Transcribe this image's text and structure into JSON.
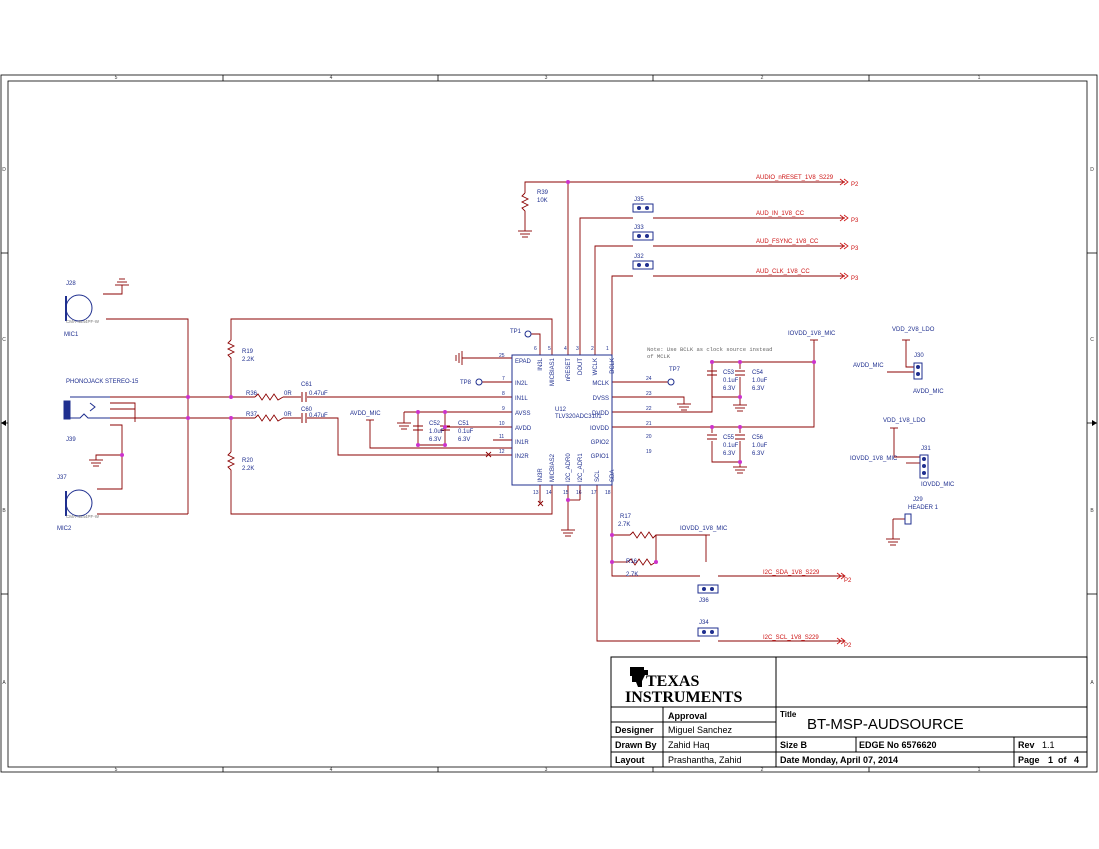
{
  "frame": {
    "columns": [
      "5",
      "4",
      "3",
      "2",
      "1"
    ],
    "rows": [
      "D",
      "C",
      "B",
      "A"
    ]
  },
  "ic": {
    "ref": "U12",
    "part": "TLV320ADC3101",
    "left_pins": [
      {
        "name": "EPAD",
        "num": "25"
      },
      {
        "name": "IN2L",
        "num": "7"
      },
      {
        "name": "IN1L",
        "num": "8"
      },
      {
        "name": "AVSS",
        "num": "9"
      },
      {
        "name": "AVDD",
        "num": "10"
      },
      {
        "name": "IN1R",
        "num": "11"
      },
      {
        "name": "IN2R",
        "num": "12"
      }
    ],
    "right_pins": [
      {
        "name": "MCLK",
        "num": "24"
      },
      {
        "name": "DVSS",
        "num": "23"
      },
      {
        "name": "DVDD",
        "num": "22"
      },
      {
        "name": "IOVDD",
        "num": "21"
      },
      {
        "name": "GPIO2",
        "num": "20"
      },
      {
        "name": "GPIO1",
        "num": "19"
      }
    ],
    "top_pins": [
      {
        "name": "IN3L",
        "num": "6"
      },
      {
        "name": "MICBIAS1",
        "num": "5"
      },
      {
        "name": "nRESET",
        "num": "3"
      },
      {
        "name": "DOUT",
        "num": "4"
      },
      {
        "name": "WCLK",
        "num": "2"
      },
      {
        "name": "BCLK",
        "num": "1"
      }
    ],
    "bottom_pins": [
      {
        "name": "IN3R",
        "num": "13"
      },
      {
        "name": "MICBIAS2",
        "num": "14"
      },
      {
        "name": "I2C_ADR0",
        "num": "16"
      },
      {
        "name": "I2C_ADR1",
        "num": "15"
      },
      {
        "name": "SCL",
        "num": "17"
      },
      {
        "name": "SDA",
        "num": "18"
      }
    ]
  },
  "nets": {
    "audio_nreset": "AUDIO_nRESET_1V8_S229",
    "aud_in": "AUD_IN_1V8_CC",
    "aud_fsync": "AUD_FSYNC_1V8_CC",
    "aud_clk": "AUD_CLK_1V8_CC",
    "i2c_sda": "I2C_SDA_1V8_S229",
    "i2c_scl": "I2C_SCL_1V8_S229",
    "offpage": "P2",
    "offpage3": "P3",
    "iovdd_1v8_mic": "IOVDD_1V8_MIC",
    "iovdd_1v8_mic_b": "IOVDD_1V8_MIC",
    "iovdd_1v8_mic_c": "IOVDD_1V8_MIC",
    "avdd_mic": "AVDD_MIC",
    "avdd_mic_b": "AVDD_MIC",
    "avdd_mic_c": "AVDD_MIC",
    "vdd_2v8_ldo": "VDD_2V8_LDO",
    "vdd_1v8_ldo": "VDD_1V8_LDO",
    "iovdd_mic": "IOVDD_MIC"
  },
  "note": {
    "line1": "Note: Use BCLK as clock source instead",
    "line2": "of MCLK"
  },
  "components": {
    "r39": {
      "ref": "R39",
      "value": "10K"
    },
    "r19": {
      "ref": "R19",
      "value": "2.2K"
    },
    "r20": {
      "ref": "R20",
      "value": "2.2K"
    },
    "r36": {
      "ref": "R36",
      "value": "0R"
    },
    "r37": {
      "ref": "R37",
      "value": "0R"
    },
    "r17": {
      "ref": "R17",
      "value": "2.7K"
    },
    "r16": {
      "ref": "R16",
      "value": "2.7K"
    },
    "c61": {
      "ref": "C61",
      "value": "0.47uF"
    },
    "c60": {
      "ref": "C60",
      "value": "0.47uF"
    },
    "c52": {
      "ref": "C52",
      "value": "1.0uF",
      "volt": "6.3V"
    },
    "c51": {
      "ref": "C51",
      "value": "0.1uF",
      "volt": "6.3V"
    },
    "c53": {
      "ref": "C53",
      "value": "0.1uF",
      "volt": "6.3V"
    },
    "c54": {
      "ref": "C54",
      "value": "1.0uF",
      "volt": "6.3V"
    },
    "c55": {
      "ref": "C55",
      "value": "0.1uF",
      "volt": "6.3V"
    },
    "c56": {
      "ref": "C56",
      "value": "1.0uF",
      "volt": "6.3V"
    },
    "j35": "J35",
    "j33": "J33",
    "j32": "J32",
    "j36": "J36",
    "j34": "J34",
    "j30": "J30",
    "j31": "J31",
    "j29": {
      "ref": "J29",
      "name": "HEADER 1"
    },
    "j28": {
      "ref": "J28",
      "name": "MIC1",
      "part": "CMA-4544PF-W"
    },
    "j37": {
      "ref": "J37",
      "name": "MIC2",
      "part": "CMA-4544PF-W"
    },
    "j39": {
      "ref": "J39",
      "name": "PHONOJACK STEREO-15"
    },
    "tp1": "TP1",
    "tp8": "TP8",
    "tp7": "TP7"
  },
  "title_block": {
    "company_line1": "TEXAS",
    "company_line2": "INSTRUMENTS",
    "approval_label": "Approval",
    "title_label": "Title",
    "title": "BT-MSP-AUDSOURCE",
    "designer_label": "Designer",
    "designer": "Miguel Sanchez",
    "drawn_by_label": "Drawn By",
    "drawn_by": "Zahid Haq",
    "layout_label": "Layout",
    "layout": "Prashantha, Zahid",
    "size": "Size B",
    "edge": "EDGE No 6576620",
    "rev_label": "Rev",
    "rev": "1.1",
    "date": "Date Monday, April 07, 2014",
    "page_label": "Page",
    "page": "1",
    "of_label": "of",
    "pages": "4"
  },
  "colors": {
    "wire": "#8b0000",
    "part": "#1f2f8f",
    "net_label": "#cc1111",
    "junction": "#cc33cc",
    "frame": "#000000"
  }
}
